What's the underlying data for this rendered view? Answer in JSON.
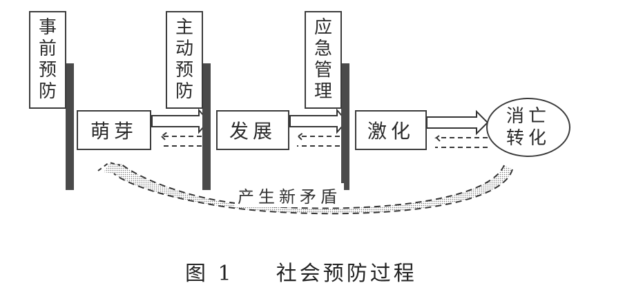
{
  "stages": {
    "s1": {
      "gate": "事前预防",
      "state": "萌芽"
    },
    "s2": {
      "gate": "主动预防",
      "state": "发展"
    },
    "s3": {
      "gate": "应急管理",
      "state": "激化"
    },
    "end": {
      "line1": "消亡",
      "line2": "转化"
    }
  },
  "loop_label": "产生新矛盾",
  "caption": {
    "number": "图 1",
    "title": "社会预防过程"
  }
}
